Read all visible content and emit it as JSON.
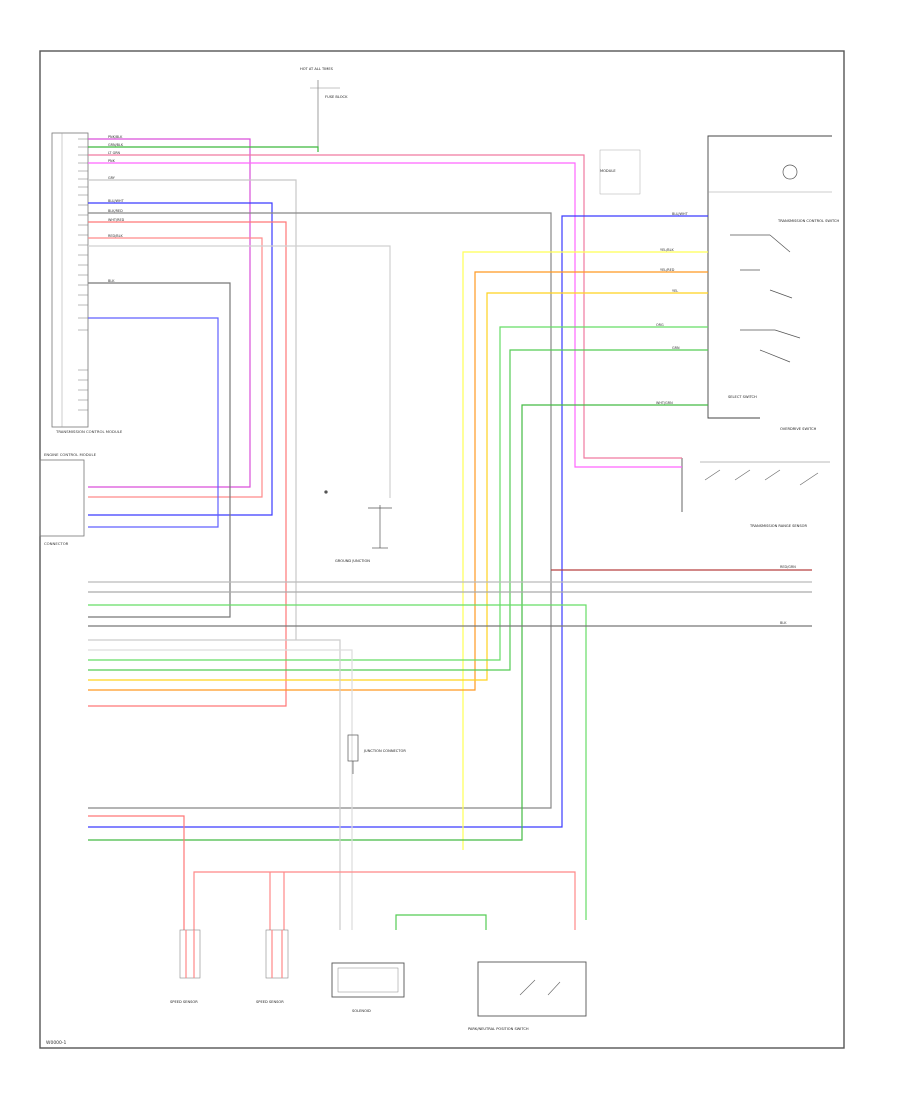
{
  "diagram": {
    "footer_code": "W0000-1",
    "components": {
      "hot_at_all_times": "HOT AT ALL TIMES",
      "fuse_block": "FUSE BLOCK",
      "tcm": "TRANSMISSION CONTROL MODULE",
      "engine_control": "ENGINE CONTROL MODULE",
      "connector_block": "CONNECTOR",
      "module_right": "MODULE",
      "transmission_control_switch": "TRANSMISSION CONTROL SWITCH",
      "overdrive_switch": "OVERDRIVE SWITCH",
      "transmission_range_sensor": "TRANSMISSION RANGE SENSOR",
      "select_switch": "SELECT SWITCH",
      "ground_junction": "GROUND JUNCTION",
      "junction_connector": "JUNCTION CONNECTOR",
      "speed_sensor_a": "SPEED SENSOR",
      "speed_sensor_b": "SPEED SENSOR",
      "solenoid_block": "SOLENOID",
      "park_neutral_switch": "PARK/NEUTRAL POSITION SWITCH"
    },
    "wire_labels": {
      "pnk_blk": "PNK/BLK",
      "grn_blk": "GRN/BLK",
      "lt_grn": "LT GRN",
      "pnk": "PNK",
      "gry": "GRY",
      "blu_wht": "BLU/WHT",
      "blk_red": "BLK/RED",
      "wht_red": "WHT/RED",
      "red_blk": "RED/BLK",
      "blk": "BLK",
      "org": "ORG",
      "yel_blk": "YEL/BLK",
      "yel_red": "YEL/RED",
      "yel": "YEL",
      "grn": "GRN",
      "wht_grn": "WHT/GRN",
      "red_grn": "RED/GRN"
    }
  }
}
